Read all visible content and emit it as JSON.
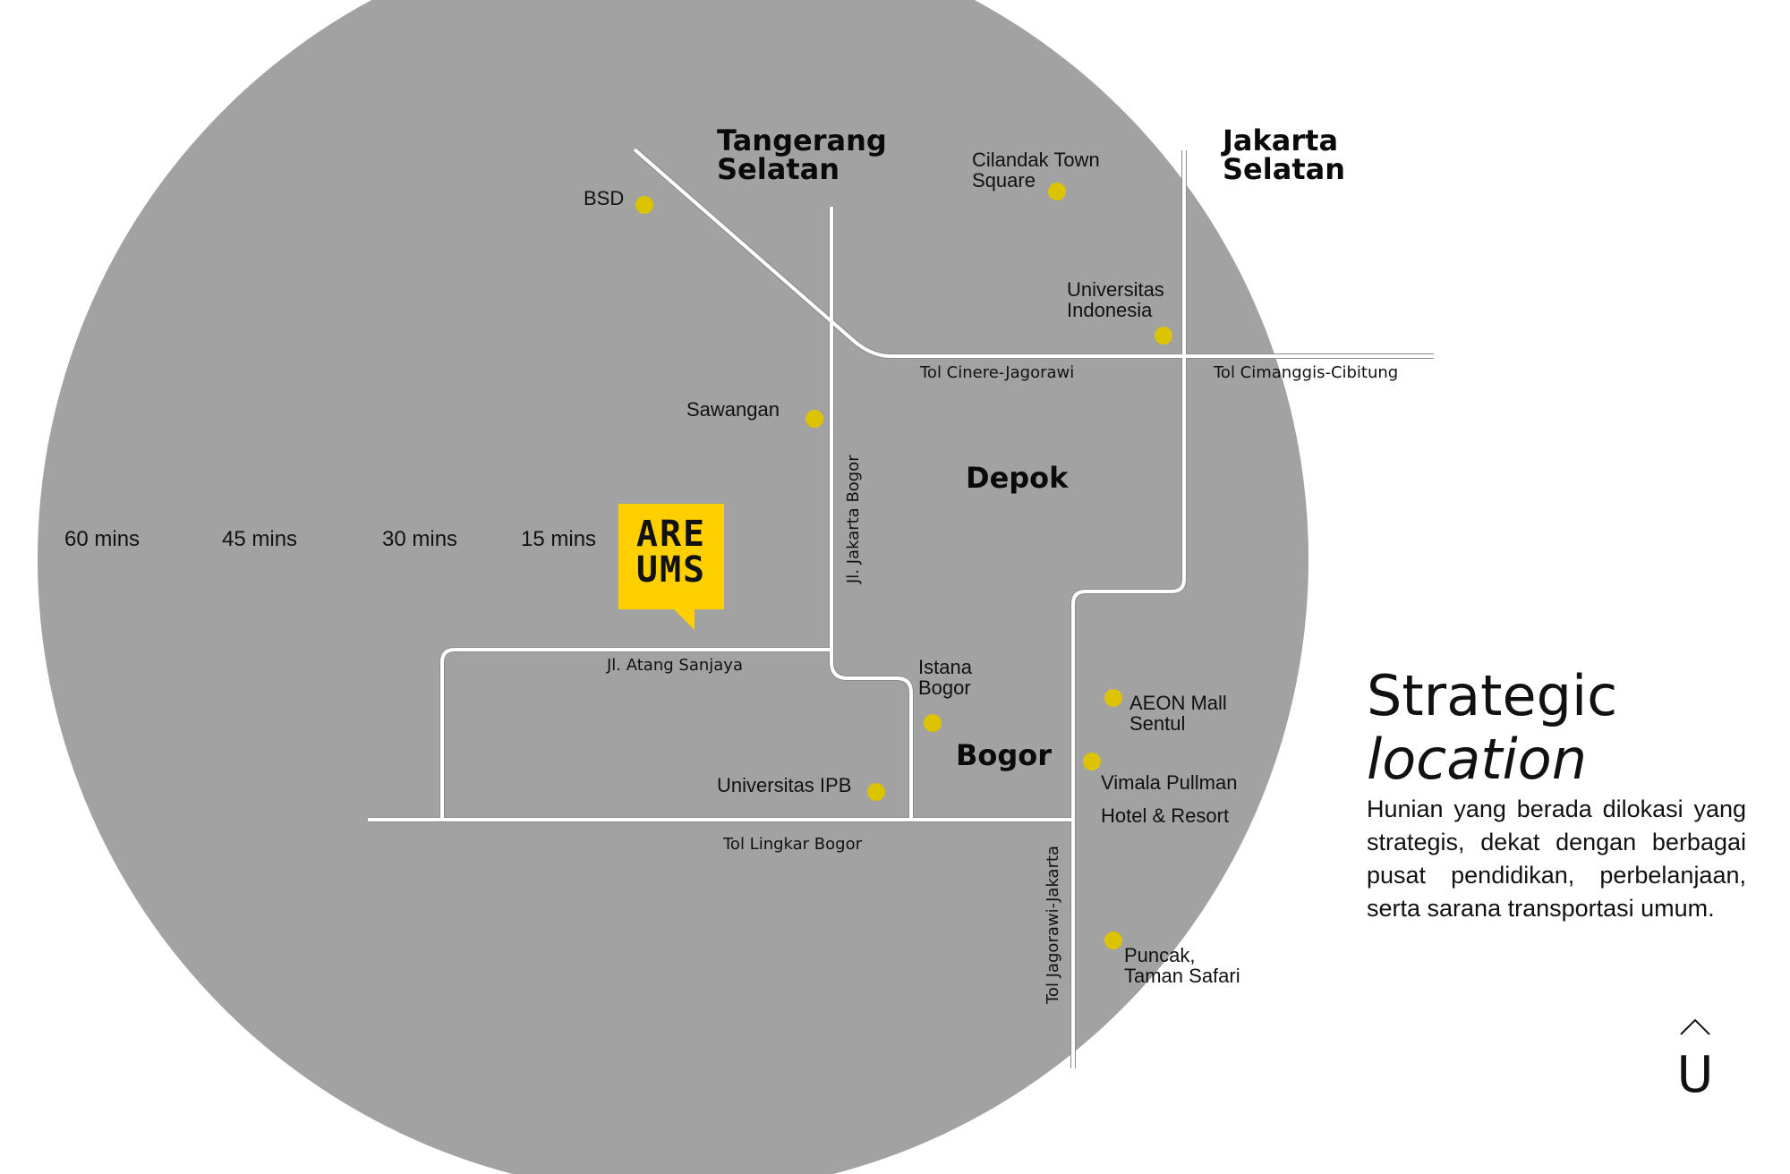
{
  "colors": {
    "circle": "#a2a2a2",
    "road": "#ffffff",
    "poi_dot": "#dcc300",
    "logo_bg": "#ffd000",
    "text": "#111111",
    "background": "#ffffff"
  },
  "logo": {
    "text_line1": "ARE",
    "text_line2": "UMS",
    "icon": "areums-logo-speech-bubble"
  },
  "time_rings": [
    {
      "label": "60 mins"
    },
    {
      "label": "45 mins"
    },
    {
      "label": "30 mins"
    },
    {
      "label": "15 mins"
    }
  ],
  "regions": {
    "tangerang": {
      "line1": "Tangerang",
      "line2": "Selatan"
    },
    "jakarta": {
      "line1": "Jakarta",
      "line2": "Selatan"
    },
    "depok": "Depok",
    "bogor": "Bogor"
  },
  "roads": {
    "tol_cinere": "Tol Cinere-Jagorawi",
    "tol_cimanggis": "Tol Cimanggis-Cibitung",
    "jl_jakarta_bogor": "Jl. Jakarta Bogor",
    "jl_atang_sanjaya": "Jl. Atang Sanjaya",
    "tol_lingkar_bogor": "Tol Lingkar Bogor",
    "tol_jagorawi": "Tol Jagorawi-Jakarta"
  },
  "pois": {
    "bsd": "BSD",
    "cilandak": {
      "line1": "Cilandak Town",
      "line2": "Square"
    },
    "ui": {
      "line1": "Universitas",
      "line2": "Indonesia"
    },
    "sawangan": "Sawangan",
    "istana": {
      "line1": "Istana",
      "line2": "Bogor"
    },
    "ipb": "Universitas IPB",
    "aeon": {
      "line1": "AEON Mall",
      "line2": "Sentul"
    },
    "vimala": {
      "line1": "Vimala Pullman",
      "line2": "Hotel & Resort"
    },
    "puncak": {
      "line1": "Puncak,",
      "line2": "Taman Safari"
    }
  },
  "info": {
    "title_line1": "Strategic",
    "title_line2": "location",
    "body": "Hunian yang berada dilokasi yang strategis, dekat dengan berbagai pusat pendidikan, perbelanjaan, serta sarana transportasi umum."
  },
  "nav": {
    "up_icon": "chevron-up",
    "letter": "U"
  }
}
